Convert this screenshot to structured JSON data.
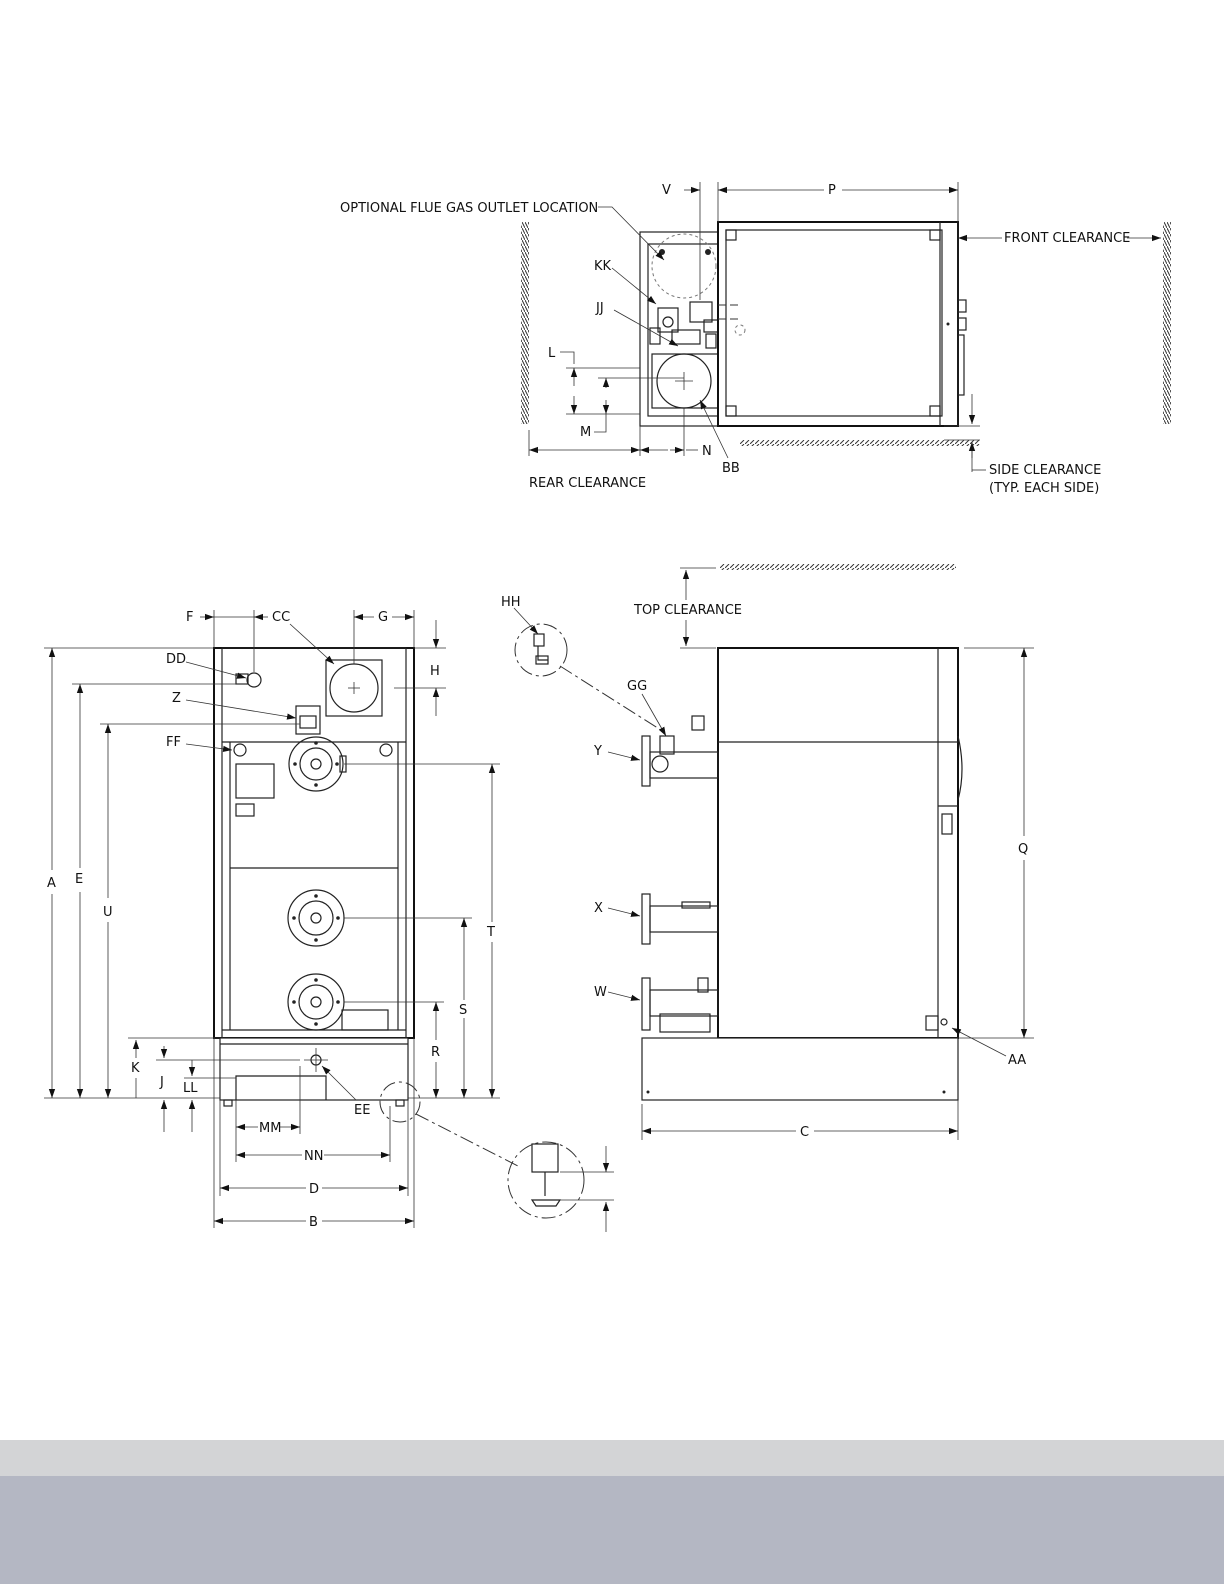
{
  "callouts": {
    "flue_gas_outlet": "OPTIONAL FLUE GAS OUTLET LOCATION",
    "front_clearance": "FRONT CLEARANCE",
    "rear_clearance": "REAR CLEARANCE",
    "side_clearance_1": "SIDE CLEARANCE",
    "side_clearance_2": "(TYP. EACH SIDE)",
    "top_clearance": "TOP CLEARANCE"
  },
  "dimensions": {
    "A": "A",
    "B": "B",
    "C": "C",
    "D": "D",
    "E": "E",
    "F": "F",
    "G": "G",
    "H": "H",
    "J": "J",
    "K": "K",
    "L": "L",
    "M": "M",
    "N": "N",
    "P": "P",
    "Q": "Q",
    "R": "R",
    "S": "S",
    "T": "T",
    "U": "U",
    "V": "V",
    "LL": "LL",
    "MM": "MM",
    "NN": "NN"
  },
  "connections": {
    "W": "W",
    "X": "X",
    "Y": "Y",
    "Z": "Z",
    "AA": "AA",
    "BB": "BB",
    "CC": "CC",
    "DD": "DD",
    "EE": "EE",
    "FF": "FF",
    "GG": "GG",
    "HH": "HH",
    "JJ": "JJ",
    "KK": "KK"
  },
  "colors": {
    "band_light": "#d3d4d6",
    "band_dark": "#b4b7c3",
    "line": "#222222"
  }
}
